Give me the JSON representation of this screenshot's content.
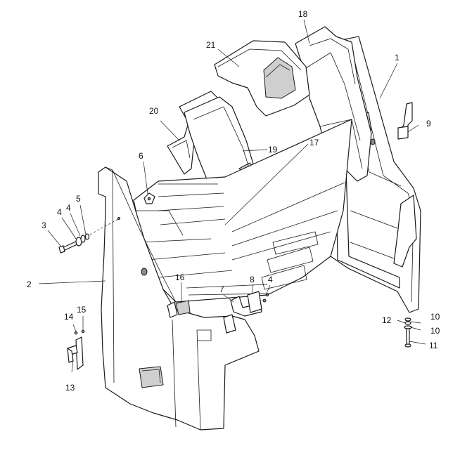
{
  "callouts": {
    "c1": "1",
    "c2": "2",
    "c3": "3",
    "c4a": "4",
    "c4b": "4",
    "c5": "5",
    "c6": "6",
    "c7": "7",
    "c8": "8",
    "c9": "9",
    "c10a": "10",
    "c10b": "10",
    "c11": "11",
    "c12": "12",
    "c13": "13",
    "c14": "14",
    "c15": "15",
    "c16": "16",
    "c17": "17",
    "c18": "18",
    "c19": "19",
    "c20": "20",
    "c21": "21"
  }
}
